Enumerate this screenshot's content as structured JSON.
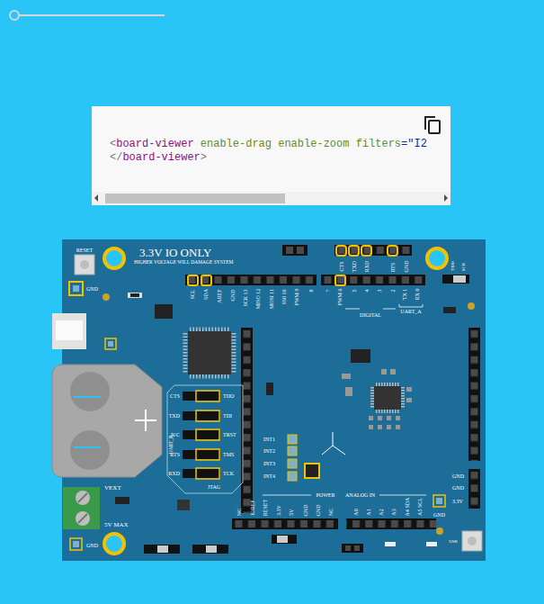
{
  "diagram": {
    "labels": [
      "<",
      "board-viewer",
      "enable-drag",
      "enable-zoom",
      "filters",
      "=\"I2",
      "</",
      "board-viewer",
      ">",
      "RESET",
      "3.3V IO ONLY",
      "HIGHER VOLTAGE WILL DAMAGE SYSTEM",
      "GND",
      "SCL",
      "SDA",
      "AREF",
      "GND",
      "SCK 13",
      "MISO 12",
      "MOSI 11",
      "SS0 10",
      "PWM 9",
      "8",
      "7",
      "PWM 6",
      "5",
      "4",
      "3",
      "2",
      "TX 1",
      "RX 0",
      "DIGITAL",
      "UART_A",
      "CTS",
      "TXD",
      "RXD",
      "RTS",
      "GND",
      "TRM",
      "SCK",
      "CTS",
      "TXD",
      "N/C",
      "RTS",
      "RXD",
      "TDO",
      "TDI",
      "TRST",
      "TMS",
      "TCK",
      "UART_B",
      "JTAG",
      "INT1",
      "INT2",
      "INT3",
      "INT4",
      "VEXT",
      "5V MAX",
      "GND",
      "GND",
      "GND",
      "GND",
      "3.3V",
      "NC",
      "IOREF",
      "RESET",
      "3.3V",
      "5V",
      "GND",
      "GND",
      "NC",
      "POWER",
      "ANALOG IN",
      "A0",
      "A1",
      "A2",
      "A3",
      "A4 SDA",
      "A5 SCL",
      "USR"
    ]
  }
}
